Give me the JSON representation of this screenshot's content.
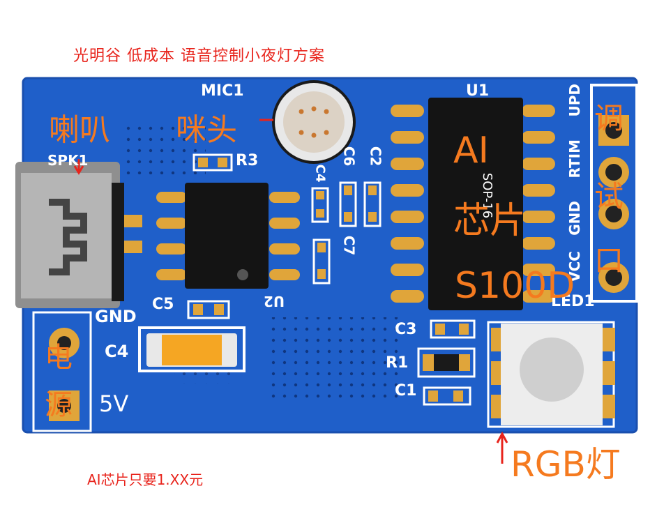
{
  "title": "光明谷 低成本 语音控制小夜灯方案",
  "price_note": "AI芯片只要1.XX元",
  "annotations": {
    "speaker": "喇叭",
    "mic": "咪头",
    "ai_chip_1": "AI",
    "ai_chip_2": "芯片",
    "ai_chip_3": "S100D",
    "debug_1": "调",
    "debug_2": "试",
    "debug_3": "口",
    "power_1": "电",
    "power_2": "源",
    "rgb_lamp": "RGB灯"
  },
  "silkscreen": {
    "mic1": "MIC1",
    "u1": "U1",
    "spk1": "SPK1",
    "r3": "R3",
    "c6": "C6",
    "c2": "C2",
    "c7": "C7",
    "c4_small": "C4",
    "c5": "C5",
    "u2": "U2",
    "gnd_left": "GND",
    "c4": "C4",
    "v5": "5V",
    "c3": "C3",
    "r1": "R1",
    "c1": "C1",
    "led1": "LED1",
    "chip_marking": "SOP-16",
    "upd": "UPD",
    "rtim": "RTIM",
    "gnd_right": "GND",
    "vcc": "VCC"
  },
  "colors": {
    "board": "#1f5fc9",
    "board_dark": "#1a4fae",
    "chip": "#141414",
    "pad": "#e0a53a",
    "annotation": "#f57a1f",
    "title": "#e8241c"
  }
}
